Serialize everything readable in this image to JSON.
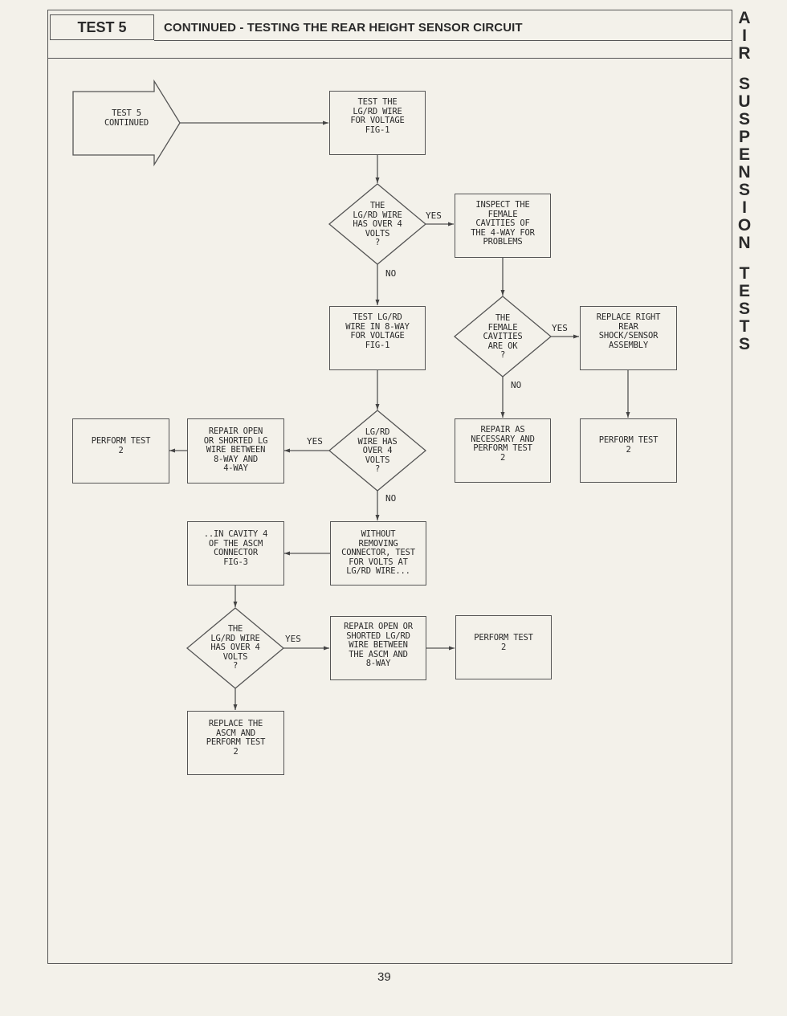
{
  "header": {
    "test_label": "TEST 5",
    "title": "CONTINUED - TESTING THE REAR HEIGHT SENSOR CIRCUIT"
  },
  "side_tab": [
    "A",
    "I",
    "R",
    "",
    "S",
    "U",
    "S",
    "P",
    "E",
    "N",
    "S",
    "I",
    "O",
    "N",
    "",
    "T",
    "E",
    "S",
    "T",
    "S"
  ],
  "page_number": "39",
  "flow": {
    "start": "TEST 5\nCONTINUED",
    "b1": "TEST THE\nLG/RD WIRE\nFOR VOLTAGE\nFIG-1",
    "d1": "THE\nLG/RD WIRE\nHAS OVER 4\nVOLTS\n?",
    "b_inspect": "INSPECT THE\nFEMALE\nCAVITIES OF\nTHE 4-WAY FOR\nPROBLEMS",
    "b2": "TEST LG/RD\nWIRE IN 8-WAY\nFOR VOLTAGE\nFIG-1",
    "d_cav": "THE\nFEMALE\nCAVITIES\nARE OK\n?",
    "b_replace_right": "REPLACE RIGHT\nREAR\nSHOCK/SENSOR\nASSEMBLY",
    "b_perform_left": "PERFORM TEST\n2",
    "b_repair_open_lg": "REPAIR OPEN\nOR SHORTED LG\nWIRE BETWEEN\n8-WAY AND\n4-WAY",
    "d2": "LG/RD\nWIRE HAS\nOVER 4\nVOLTS\n?",
    "b_repair_as": "REPAIR AS\nNECESSARY AND\nPERFORM TEST\n2",
    "b_perform_right": "PERFORM TEST\n2",
    "b_cavity4": "..IN CAVITY 4\nOF THE ASCM\nCONNECTOR\nFIG-3",
    "b_without": "WITHOUT\nREMOVING\nCONNECTOR, TEST\nFOR VOLTS AT\nLG/RD WIRE...",
    "d3": "THE\nLG/RD WIRE\nHAS OVER 4\nVOLTS\n?",
    "b_repair_ascm": "REPAIR OPEN OR\nSHORTED LG/RD\nWIRE BETWEEN\nTHE ASCM AND\n8-WAY",
    "b_perform_bottom": "PERFORM TEST\n2",
    "b_replace_ascm": "REPLACE THE\nASCM AND\nPERFORM TEST\n2",
    "yes": "YES",
    "no": "NO"
  }
}
